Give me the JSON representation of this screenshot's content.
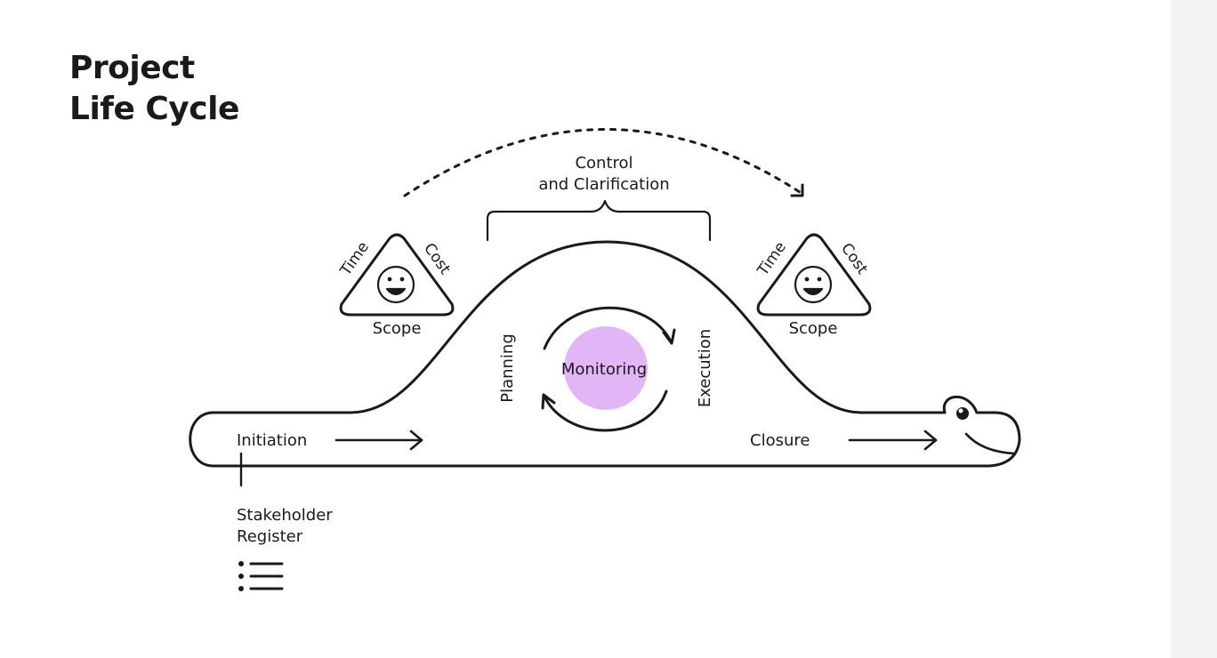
{
  "title": {
    "line1": "Project",
    "line2": "Life Cycle"
  },
  "colors": {
    "ink": "#1a1a1a",
    "monitoring_fill": "#e2b5f7"
  },
  "labels": {
    "control_line1": "Control",
    "control_line2": "and Clarification",
    "initiation": "Initiation",
    "closure": "Closure",
    "planning": "Planning",
    "execution": "Execution",
    "monitoring": "Monitoring",
    "stakeholder_line1": "Stakeholder",
    "stakeholder_line2": "Register"
  },
  "triangles": [
    {
      "left": "Time",
      "right": "Cost",
      "bottom": "Scope",
      "icon": "smiley-face-icon"
    },
    {
      "left": "Time",
      "right": "Cost",
      "bottom": "Scope",
      "icon": "smiley-face-icon"
    }
  ],
  "icons": {
    "list": "list-icon",
    "character": "character-face-icon"
  }
}
